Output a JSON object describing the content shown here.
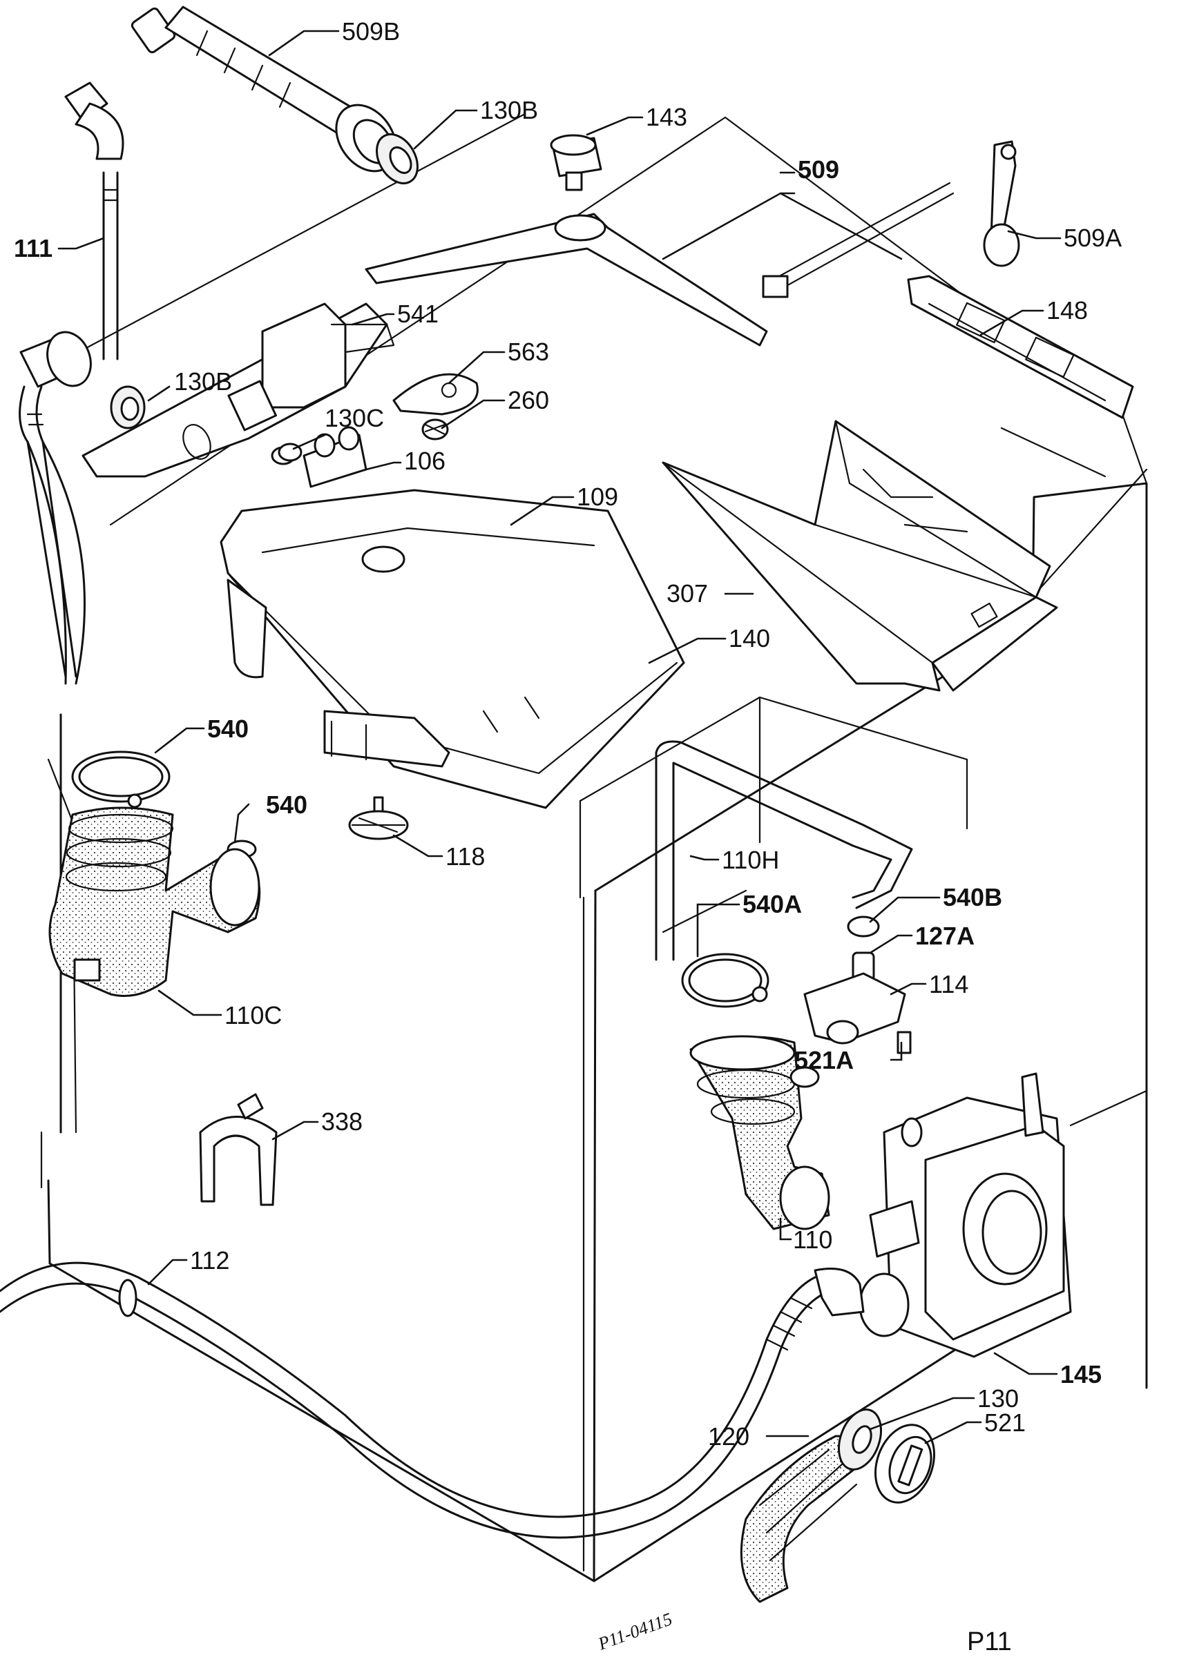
{
  "labels": [
    {
      "id": "509b",
      "text": "509B"
    },
    {
      "id": "130b_top",
      "text": "130B"
    },
    {
      "id": "143",
      "text": "143"
    },
    {
      "id": "509",
      "text": "509"
    },
    {
      "id": "509a",
      "text": "509A"
    },
    {
      "id": "111",
      "text": "111"
    },
    {
      "id": "541",
      "text": "541"
    },
    {
      "id": "148",
      "text": "148"
    },
    {
      "id": "563",
      "text": "563"
    },
    {
      "id": "130b_mid",
      "text": "130B"
    },
    {
      "id": "260",
      "text": "260"
    },
    {
      "id": "130c",
      "text": "130C"
    },
    {
      "id": "106",
      "text": "106"
    },
    {
      "id": "109",
      "text": "109"
    },
    {
      "id": "307",
      "text": "307"
    },
    {
      "id": "140",
      "text": "140"
    },
    {
      "id": "540_top",
      "text": "540"
    },
    {
      "id": "540_mid",
      "text": "540"
    },
    {
      "id": "118",
      "text": "118"
    },
    {
      "id": "110h",
      "text": "110H"
    },
    {
      "id": "540b",
      "text": "540B"
    },
    {
      "id": "540a",
      "text": "540A"
    },
    {
      "id": "127a",
      "text": "127A"
    },
    {
      "id": "114",
      "text": "114"
    },
    {
      "id": "110c",
      "text": "110C"
    },
    {
      "id": "521a",
      "text": "521A"
    },
    {
      "id": "338",
      "text": "338"
    },
    {
      "id": "110",
      "text": "110"
    },
    {
      "id": "112",
      "text": "112"
    },
    {
      "id": "145",
      "text": "145"
    },
    {
      "id": "130",
      "text": "130"
    },
    {
      "id": "120",
      "text": "120"
    },
    {
      "id": "521",
      "text": "521"
    }
  ],
  "drawing_code": "P11-04115",
  "plate_id": "P11"
}
